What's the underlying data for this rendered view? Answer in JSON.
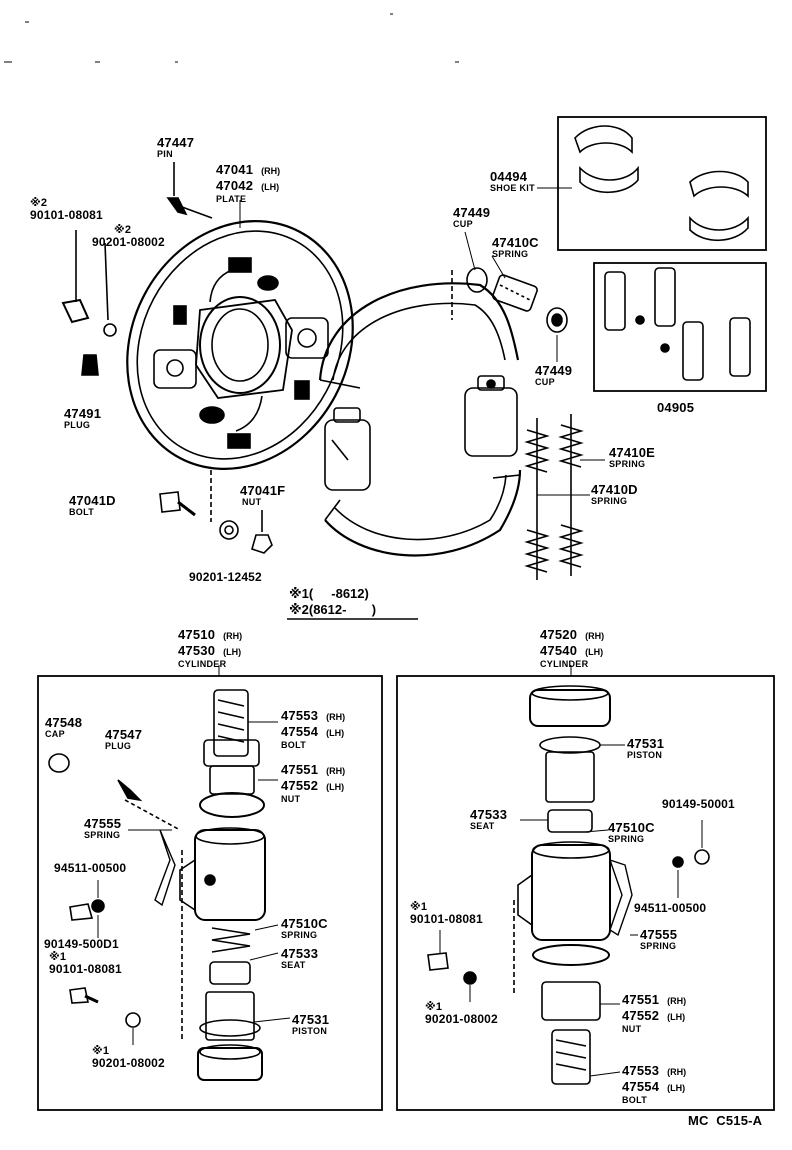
{
  "parts": {
    "p47447": {
      "number": "47447",
      "name": "PIN"
    },
    "p47041": {
      "number1": "47041",
      "side1": "(RH)",
      "number2": "47042",
      "side2": "(LH)",
      "name": "PLATE"
    },
    "p90101_top": {
      "mark": "※2",
      "number": "90101-08081"
    },
    "p90201_top": {
      "mark": "※2",
      "number": "90201-08002"
    },
    "p47491": {
      "number": "47491",
      "name": "PLUG"
    },
    "p47041D": {
      "number": "47041D",
      "name": "BOLT"
    },
    "p47041F": {
      "number": "47041F",
      "name": "NUT"
    },
    "p90201_12452": {
      "number": "90201-12452"
    },
    "p04494": {
      "number": "04494",
      "name": "SHOE KIT"
    },
    "p47449_top": {
      "number": "47449",
      "name": "CUP"
    },
    "p47410C_top": {
      "number": "47410C",
      "name": "SPRING"
    },
    "p47449_mid": {
      "number": "47449",
      "name": "CUP"
    },
    "p04905": {
      "number": "04905"
    },
    "p47410E": {
      "number": "47410E",
      "name": "SPRING"
    },
    "p47410D": {
      "number": "47410D",
      "name": "SPRING"
    },
    "l_cyl": {
      "number1": "47510",
      "side1": "(RH)",
      "number2": "47530",
      "side2": "(LH)",
      "name": "CYLINDER"
    },
    "r_cyl": {
      "number1": "47520",
      "side1": "(RH)",
      "number2": "47540",
      "side2": "(LH)",
      "name": "CYLINDER"
    },
    "l_47548": {
      "number": "47548",
      "name": "CAP"
    },
    "l_47547": {
      "number": "47547",
      "name": "PLUG"
    },
    "l_47553": {
      "number1": "47553",
      "side1": "(RH)",
      "number2": "47554",
      "side2": "(LH)",
      "name": "BOLT"
    },
    "l_47551": {
      "number1": "47551",
      "side1": "(RH)",
      "number2": "47552",
      "side2": "(LH)",
      "name": "NUT"
    },
    "l_47555": {
      "number": "47555",
      "name": "SPRING"
    },
    "l_94511": {
      "number": "94511-00500"
    },
    "l_90149": {
      "number": "90149-500D1"
    },
    "l_90101": {
      "mark": "※1",
      "number": "90101-08081"
    },
    "l_47510C": {
      "number": "47510C",
      "name": "SPRING"
    },
    "l_47533": {
      "number": "47533",
      "name": "SEAT"
    },
    "l_47531": {
      "number": "47531",
      "name": "PISTON"
    },
    "l_90201": {
      "mark": "※1",
      "number": "90201-08002"
    },
    "r_47531": {
      "number": "47531",
      "name": "PISTON"
    },
    "r_90149": {
      "number": "90149-50001"
    },
    "r_47533": {
      "number": "47533",
      "name": "SEAT"
    },
    "r_47510C": {
      "number": "47510C",
      "name": "SPRING"
    },
    "r_94511": {
      "number": "94511-00500"
    },
    "r_90101": {
      "mark": "※1",
      "number": "90101-08081"
    },
    "r_47555": {
      "number": "47555",
      "name": "SPRING"
    },
    "r_47551": {
      "number1": "47551",
      "side1": "(RH)",
      "number2": "47552",
      "side2": "(LH)",
      "name": "NUT"
    },
    "r_90201": {
      "mark": "※1",
      "number": "90201-08002"
    },
    "r_47553": {
      "number1": "47553",
      "side1": "(RH)",
      "number2": "47554",
      "side2": "(LH)",
      "name": "BOLT"
    }
  },
  "notes": {
    "n1": "※1(     -8612)",
    "n2": "※2(8612-       )"
  },
  "footer": "MC  C515-A"
}
